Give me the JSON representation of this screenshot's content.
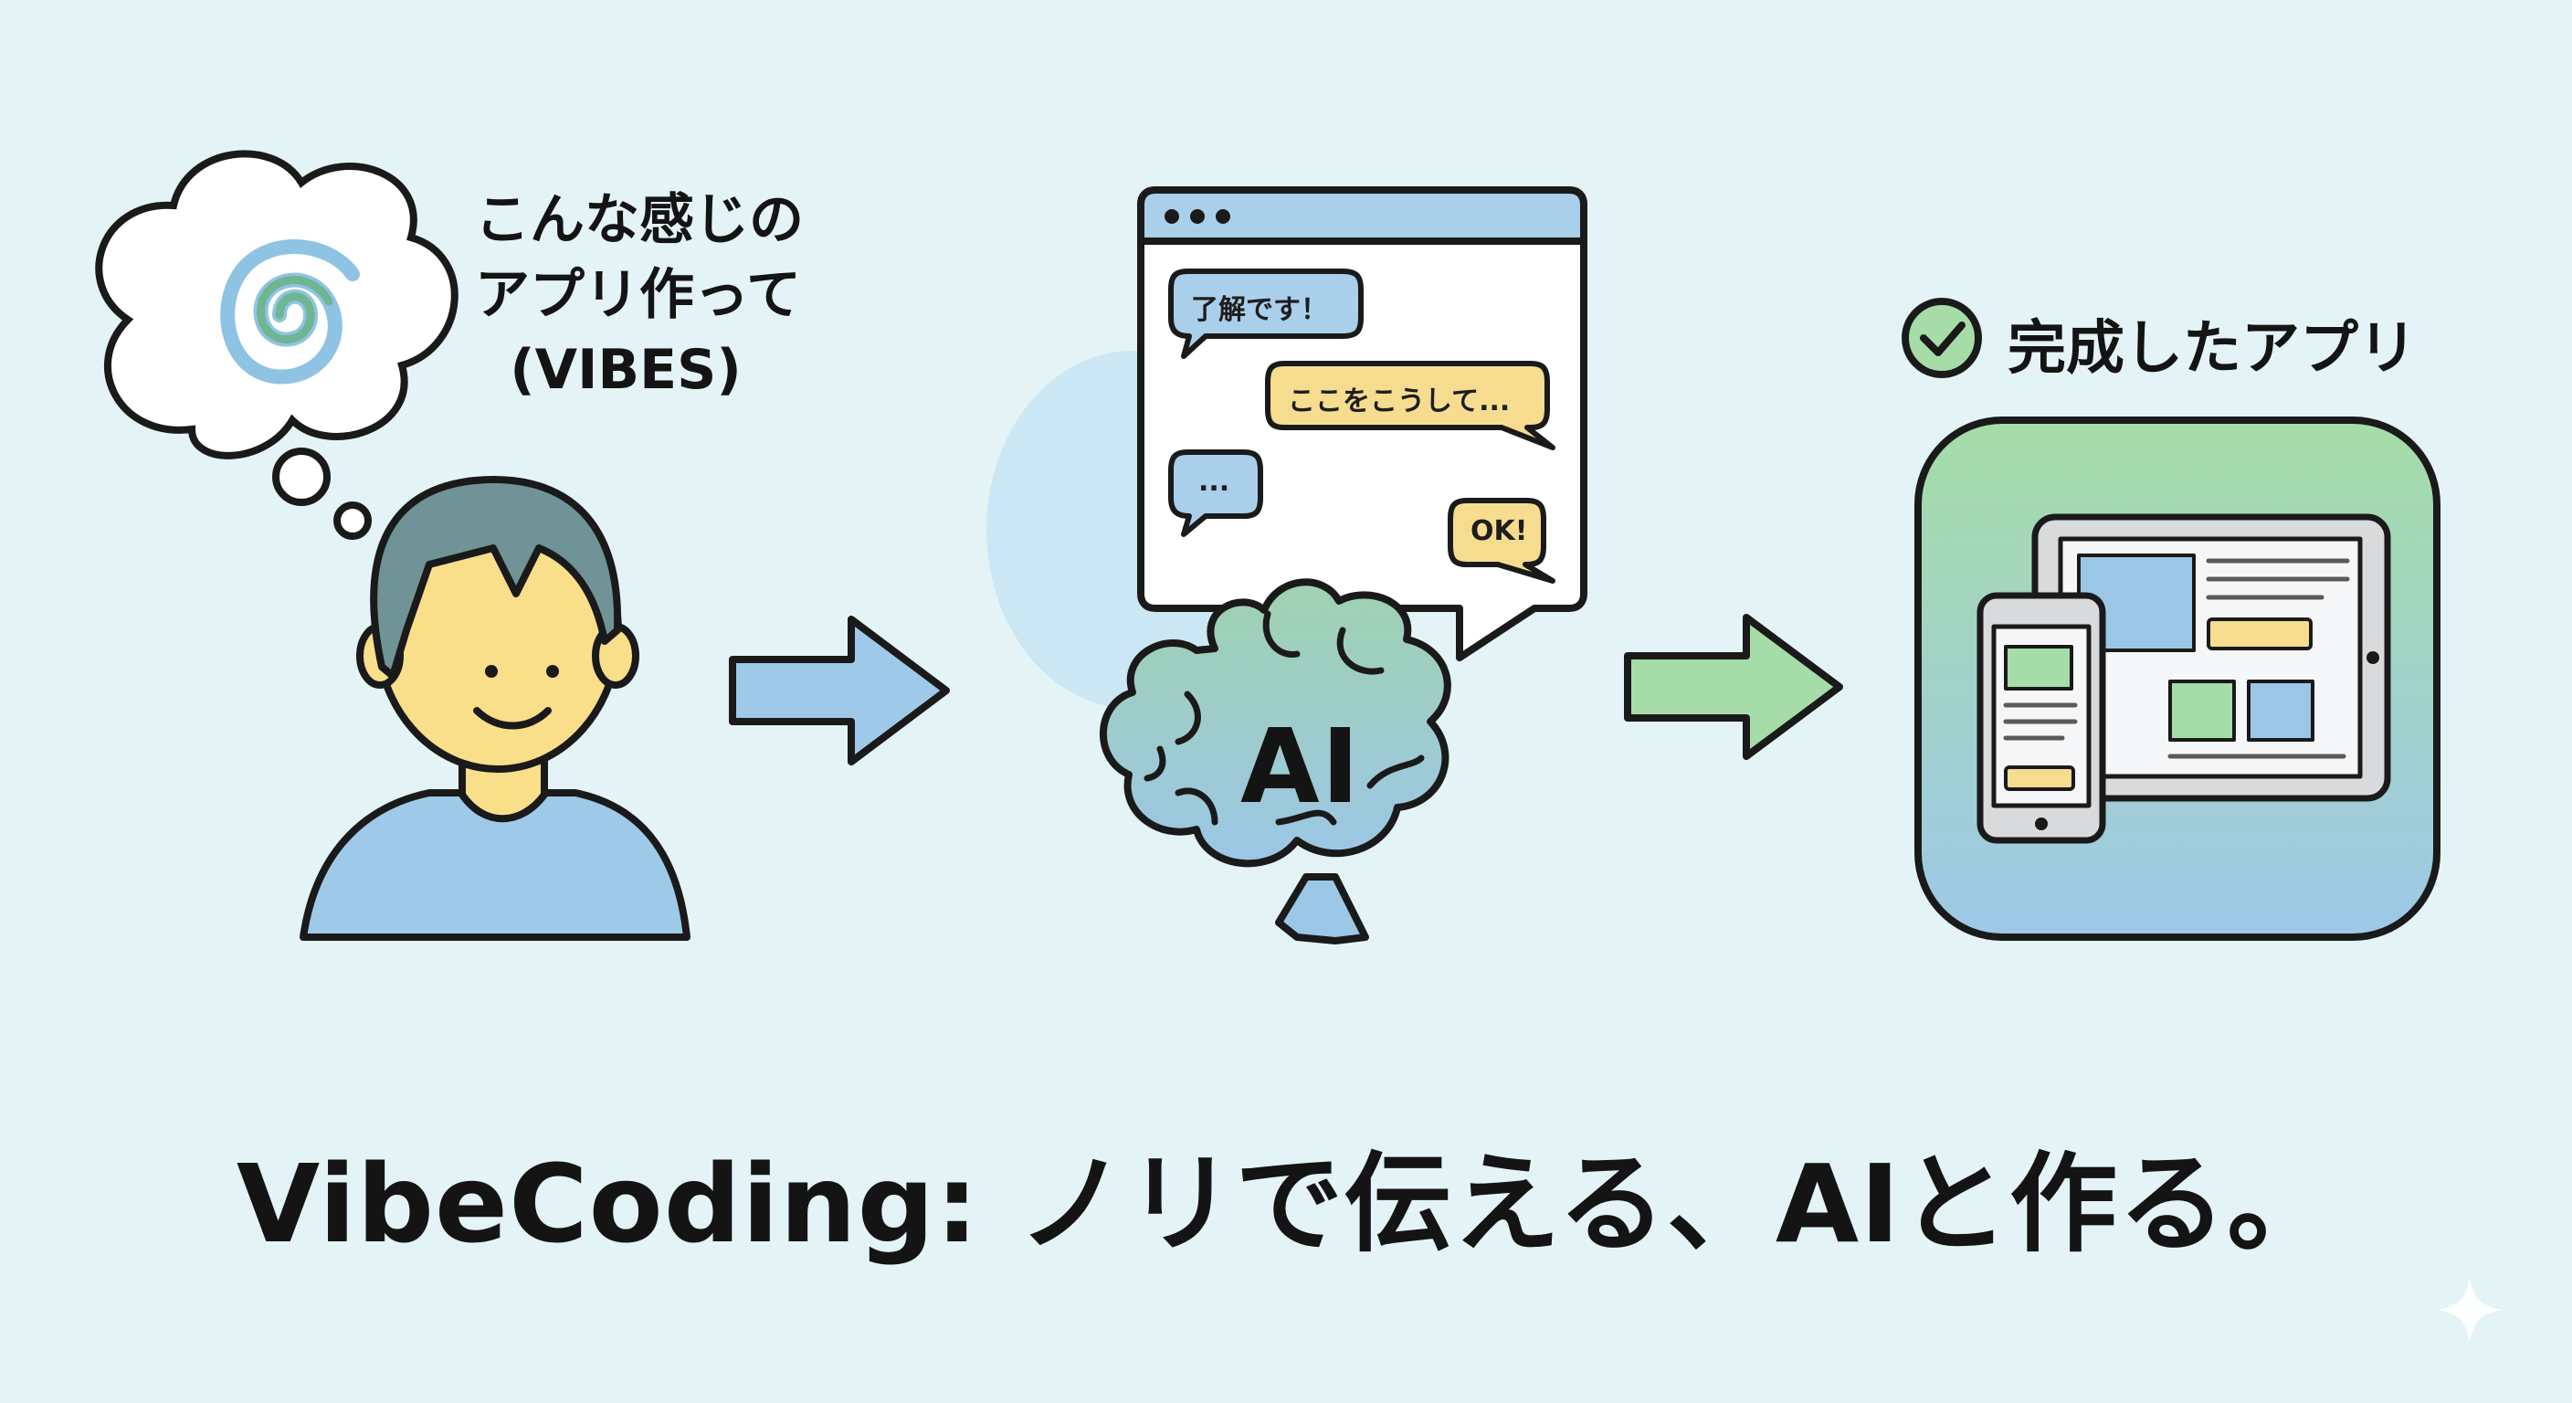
{
  "person": {
    "thought_lines": [
      "こんな感じの",
      "アプリ作って",
      "(VIBES)"
    ]
  },
  "ai_chat": {
    "messages": [
      "了解です！",
      "ここをこうして...",
      "...",
      "OK!"
    ],
    "brain_label": "AI"
  },
  "result": {
    "label": "完成したアプリ"
  },
  "tagline": "VibeCoding: ノリで伝える、AIと作る。",
  "icons": [
    "thought-cloud-icon",
    "spiral-icon",
    "person-icon",
    "arrow-right-icon",
    "browser-window-icon",
    "brain-icon",
    "check-circle-icon",
    "app-icon",
    "tablet-icon",
    "phone-icon",
    "sparkle-icon"
  ],
  "colors": {
    "background": "#e4f4f6",
    "blue": "#9cc7e6",
    "green": "#a3d9a8",
    "yellow": "#f5dc8e",
    "skin": "#f9df8a",
    "hair": "#6f9396",
    "outline": "#1a1a1a"
  }
}
